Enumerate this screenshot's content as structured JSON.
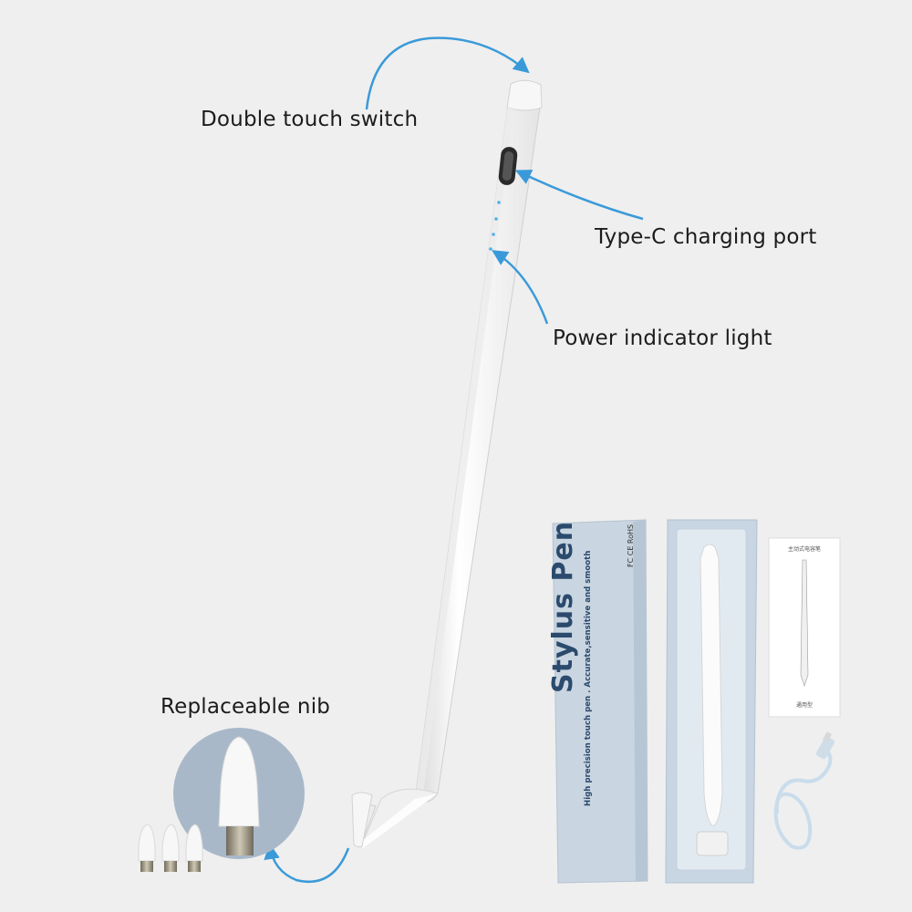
{
  "annotations": {
    "double_touch": "Double touch switch",
    "type_c": "Type-C charging port",
    "power_light": "Power indicator light",
    "nib": "Replaceable nib"
  },
  "box": {
    "title": "Stylus Pen",
    "subtitle": "High precision touch pen . Accurate,sensitive and smooth",
    "certifications": "FC CE RoHS"
  },
  "manual": {
    "title": "主动式电容笔",
    "footer": "通用型"
  },
  "colors": {
    "background": "#efefef",
    "arrow": "#3a9ad9",
    "box": "#c9d5e1",
    "nib_circle": "#a8b8c8"
  }
}
